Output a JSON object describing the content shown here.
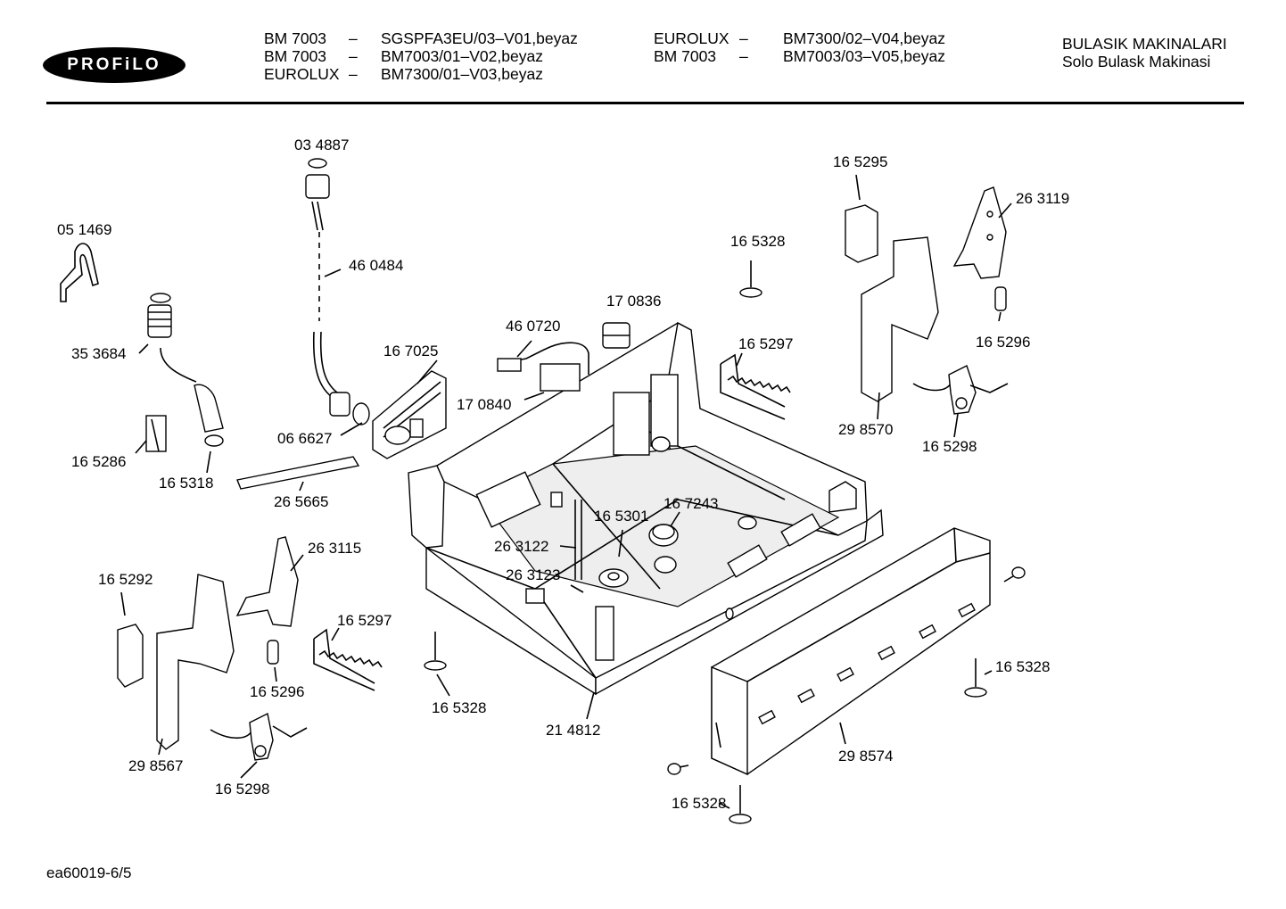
{
  "logo": "PROFiLO",
  "header": {
    "col1": [
      "BM 7003",
      "BM 7003",
      "EUROLUX"
    ],
    "dash1": [
      "–",
      "–",
      "–"
    ],
    "col2": [
      "SGSPFA3EU/03–V01,beyaz",
      "BM7003/01–V02,beyaz",
      "BM7300/01–V03,beyaz"
    ],
    "col3": [
      "EUROLUX",
      "BM 7003"
    ],
    "dash3": [
      "–",
      "–"
    ],
    "col4": [
      "BM7300/02–V04,beyaz",
      "BM7003/03–V05,beyaz"
    ],
    "category": "BULASIK MAKINALARI",
    "subtitle": "Solo Bulask Makinasi"
  },
  "footer_code": "ea60019-6/5",
  "labels": {
    "p034887": "03 4887",
    "p051469": "05 1469",
    "p460484": "46 0484",
    "p353684": "35 3684",
    "p165286": "16 5286",
    "p165318": "16 5318",
    "p066627": "06 6627",
    "p167025": "16 7025",
    "p265665": "26 5665",
    "p460720": "46 0720",
    "p170836": "17 0836",
    "p170840": "17 0840",
    "p165328a": "16 5328",
    "p165297a": "16 5297",
    "p165295": "16 5295",
    "p263119": "26 3119",
    "p165296a": "16 5296",
    "p298570": "29 8570",
    "p165298a": "16 5298",
    "p165301": "16 5301",
    "p167243": "16 7243",
    "p263122": "26 3122",
    "p263123": "26 3123",
    "p263115": "26 3115",
    "p165292": "16 5292",
    "p165297b": "16 5297",
    "p165296b": "16 5296",
    "p298567": "29 8567",
    "p165298b": "16 5298",
    "p165328b": "16 5328",
    "p214812": "21 4812",
    "p165328c": "16 5328",
    "p298574": "29 8574",
    "p165328d": "16 5328"
  }
}
